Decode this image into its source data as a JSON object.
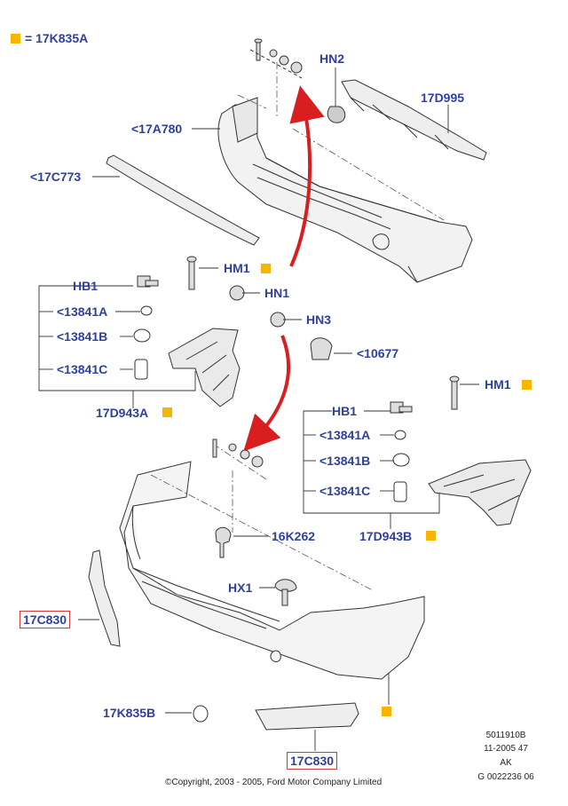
{
  "legend": {
    "text": "= 17K835A",
    "color": "#f7b500"
  },
  "labels": {
    "hn2": "HN2",
    "p17d995": "17D995",
    "p17a780": "<17A780",
    "p17c773": "<17C773",
    "hm1_top": "HM1",
    "hn1": "HN1",
    "hb1_left": "HB1",
    "p13841a_left": "<13841A",
    "p13841b_left": "<13841B",
    "p13841c_left": "<13841C",
    "p17d943a": "17D943A",
    "hn3": "HN3",
    "p10677": "<10677",
    "hm1_right": "HM1",
    "hb1_right": "HB1",
    "p13841a_right": "<13841A",
    "p13841b_right": "<13841B",
    "p13841c_right": "<13841C",
    "p17d943b": "17D943B",
    "p16k262": "16K262",
    "hx1": "HX1",
    "p17c830_left": "17C830",
    "p17k835b": "17K835B",
    "p17c830_bottom": "17C830"
  },
  "reference": {
    "line1": "5011910B",
    "line2": "11-2005 47",
    "line3": "AK",
    "line4": "G 0022236 06"
  },
  "copyright": "©Copyright, 2003 - 2005, Ford Motor Company Limited",
  "colors": {
    "label": "#2f3f9e",
    "arrow": "#d81e1e",
    "highlight_box": "#d23a3a"
  }
}
